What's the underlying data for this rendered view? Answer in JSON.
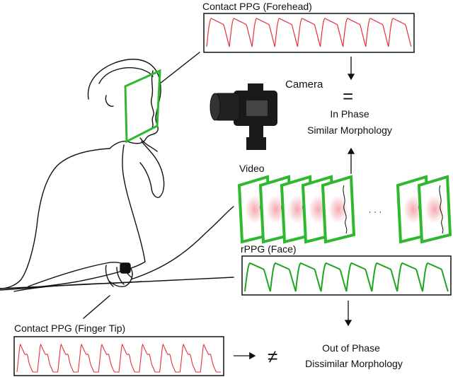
{
  "labels": {
    "contact_forehead": "Contact PPG (Forehead)",
    "camera": "Camera",
    "equals": "=",
    "in_phase": "In Phase",
    "similar_morphology": "Similar Morphology",
    "video": "Video",
    "ellipsis": "· · ·",
    "rppg_face": "rPPG (Face)",
    "contact_finger": "Contact PPG (Finger Tip)",
    "not_equal": "≠",
    "out_of_phase": "Out of Phase",
    "dissimilar_morphology": "Dissimilar Morphology"
  },
  "colors": {
    "contact_wave": "#e8303a",
    "rppg_wave": "#1fa51f",
    "frame_border": "#2eb82e",
    "roi_box": "#2eb82e",
    "face_glow": "#f4a0a8"
  },
  "icons": [
    "person-sketch",
    "camera-icon",
    "arrow-down-icon",
    "arrow-up-icon",
    "arrow-right-icon"
  ]
}
